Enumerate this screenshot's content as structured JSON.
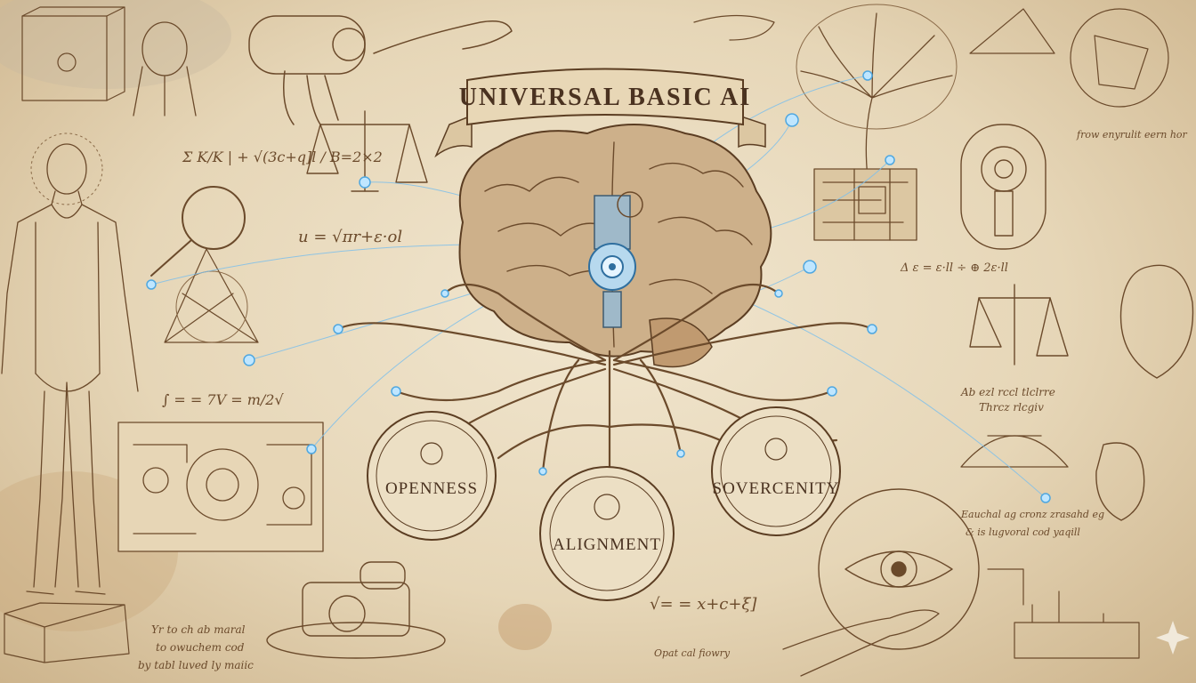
{
  "banner": {
    "title": "UNIVERSAL BASIC AI"
  },
  "pillars": [
    {
      "label": "OPENNESS"
    },
    {
      "label": "ALIGNMENT"
    },
    {
      "label": "SOVERCENITY"
    }
  ],
  "formulas": {
    "f1": "Σ K/K | + √(3c+q]l / B=2×2",
    "f2": "u = √πr+ε·ol",
    "f3": "∫ = = 7V = m/2√",
    "f4": "√= = x+c+ξ]",
    "f5": "Δ ε = ε·ll ÷ ⊕ 2ε·ll"
  },
  "notes": {
    "n1": "Yr to ch ab maral",
    "n2": "to owuchem cod",
    "n3": "by tabl luved ly maiic",
    "n4": "Opat cal fiowry",
    "n5": "Eauchal ag cronz zrasahd eg",
    "n6": "& is lugvoral cod yaqill",
    "n7": "frow enyrulit eern hor",
    "n8": "Ab ezl rccl tlclrre",
    "n9": "Thrcz rlcgiv"
  },
  "colors": {
    "parchment": "#e9dcc1",
    "ink": "#6b4a2b",
    "accent_blue": "#4fa7e0"
  }
}
